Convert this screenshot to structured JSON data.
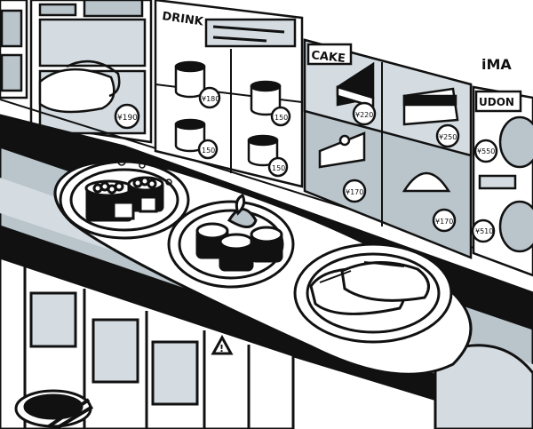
{
  "menu_boards": [
    {
      "title": "DRINK",
      "prices": [
        "¥180",
        "150",
        "150",
        "150"
      ]
    },
    {
      "title": "CAKE",
      "prices": [
        "¥220",
        "¥250",
        "¥170",
        "¥170"
      ]
    },
    {
      "title": "UDON",
      "prices": [
        "¥550",
        "¥510"
      ]
    }
  ],
  "sushi_price": "¥190",
  "signature": "iMA",
  "warning_symbol": "!",
  "colors": {
    "ink": "#111111",
    "shade": "#b9c4cb",
    "light_shade": "#d4dce1",
    "paper": "#ffffff"
  }
}
